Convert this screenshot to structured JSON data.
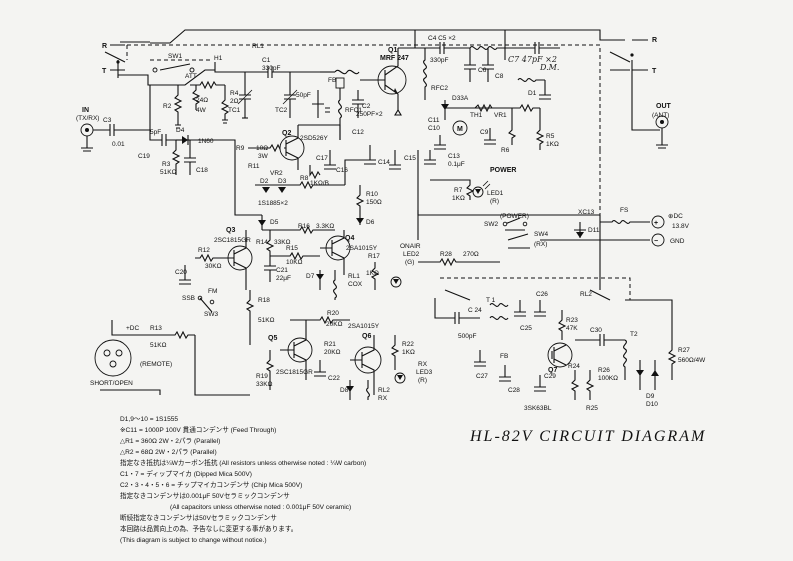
{
  "title": "HL-82V CIRCUIT DIAGRAM",
  "components": {
    "relay_main": "RL1",
    "sw1": "SW1",
    "att": "ATT",
    "h1": "H1",
    "c1": "C1",
    "c1_val": "330pF",
    "q1": "Q1",
    "q1_type": "MRF 247",
    "c4c5": "C4 C5 ×2",
    "c5_val": "330pF",
    "c7_hand": "C7 47pF ×2",
    "c7_hand2": "D.M.",
    "r2": "R2",
    "r2_val": "24Ω",
    "r2_w": "4W",
    "r4": "R4",
    "r4_val": "2Ω",
    "fb": "FB",
    "rfc1": "RFC1",
    "rfc2": "RFC2",
    "c2": "C2",
    "c2_val": "250PF×2",
    "c12": "C12",
    "q2": "Q2",
    "q2_type": "2SD526Y",
    "r9": "R9",
    "r9_val": "10Ω",
    "r9_w": "3W",
    "r8": "R8",
    "vr2": "VR2",
    "vr2_val": "1KΩ/B",
    "d2": "D2",
    "d3": "D3",
    "d2d3": "1S1885×2",
    "r10": "R10",
    "r10_val": "150Ω",
    "d33a": "D33A",
    "th1": "TH1",
    "vr1": "VR1",
    "m1": "M",
    "c9": "C9",
    "c13": "C13",
    "c13_val": "0.1μF",
    "power": "POWER",
    "r7": "R7",
    "r7_val": "1KΩ",
    "led1": "LED1",
    "led1_color": "(R)",
    "in_label": "IN",
    "in_sub": "(TX/RX)",
    "c3": "C3",
    "c3_val": "0.01",
    "c19": "C19",
    "c19_val": "5pF",
    "d4": "D4",
    "d4_type": "1N60",
    "r3": "R3",
    "r3_val": "51KΩ",
    "c18": "C18",
    "d5": "D5",
    "d6": "D6",
    "r16": "R16",
    "r16_val": "3.3KΩ",
    "q3": "Q3",
    "q3_type": "2SC1815GR",
    "r12": "R12",
    "r12_val": "30KΩ",
    "r14": "R14",
    "r14_val": "33KΩ",
    "r15": "R15",
    "r15_val": "10KΩ",
    "c21": "C21",
    "c21_val": "22μF",
    "q4": "Q4",
    "q4_type": "2SA1015Y",
    "d7": "D7",
    "rl1": "RL1",
    "cox": "COX",
    "r17": "R17",
    "r17_val": "1KΩ",
    "sw2": "SW2",
    "power_sw": "(POWER)",
    "onair": "ONAIR",
    "led2": "LED2",
    "led2_color": "(G)",
    "r28": "R28",
    "r28_val": "270Ω",
    "sw4": "SW4",
    "sw4_rx": "(RX)",
    "c20": "C20",
    "ssb": "SSB",
    "fm": "FM",
    "sw3": "SW3",
    "r18": "R18",
    "r18_val": "51KΩ",
    "r13": "R13",
    "r13_val": "51KΩ",
    "plus_dc": "+DC",
    "remote": "(REMOTE)",
    "short_open": "SHORT/OPEN",
    "r20": "R20",
    "r20_val": "20KΩ",
    "q5": "Q5",
    "q5_type": "2SC1815GR",
    "r19": "R19",
    "r19_val": "33KΩ",
    "r21": "R21",
    "r21_val": "20KΩ",
    "c22": "C22",
    "q6": "Q6",
    "q6_type": "2SA1015Y",
    "r22": "R22",
    "r22_val": "1KΩ",
    "rx_led": "RX",
    "led3": "LED3",
    "led3_color": "(R)",
    "rl2": "RL2",
    "rl2_rx": "RX",
    "d8": "D8",
    "xc13": "XC13",
    "fs": "FS",
    "dc_in": "13.8V",
    "dc_plus": "⊕DC",
    "d11": "D11",
    "gnd": "GND",
    "rl2b": "RL2",
    "t1": "T 1",
    "c24": "C 24",
    "c24_val": "500pF",
    "c25": "C25",
    "c26": "C26",
    "r23": "R23",
    "r23_val": "47K",
    "c30": "C30",
    "t2": "T2",
    "q7": "Q7",
    "q7_type": "3SK63BL",
    "c27": "C27",
    "c28": "C28",
    "c29": "C29",
    "r24": "R24",
    "r25": "R25",
    "r26": "R26",
    "r26_val": "100KΩ",
    "r27": "R27",
    "r27_val": "560Ω/4W",
    "d9": "D9",
    "d10": "D10",
    "out_label": "OUT",
    "out_sub": "(ANT)",
    "r_left": "R",
    "t_left": "T",
    "r_right": "R",
    "t_right": "T",
    "r5": "R5",
    "r5_val": "1KΩ",
    "r6": "R6",
    "c10": "C10",
    "c11": "C11",
    "c14": "C14",
    "c15": "C15",
    "c16": "C16",
    "c17": "C17",
    "r11": "R11",
    "tc1": "TC1",
    "tc2": "TC2",
    "tc2_val": "50pF",
    "c8": "C8",
    "c6": "C6",
    "d1": "D1"
  },
  "notes": [
    "D1,9～10 = 1S1555",
    "※C11 = 1000P  100V 貫通コンデンサ (Feed Through)",
    "△R1 = 360Ω 2W・2パラ (Parallel)",
    "△R2 = 68Ω 2W・2パラ (Parallel)",
    "指定なき抵抗は¼Wカーボン抵抗 (All resistors unless otherwise noted : ¼W carbon)",
    "C1・7 = ディップマイカ (Dipped Mica 500V)",
    "C2・3・4・5・6 = チップマイカコンデンサ (Chip Mica 500V)",
    "指定なきコンデンサは0.001μF 50Vセラミックコンデンサ",
    "(All capacitors unless otherwise noted : 0.001μF 50V ceramic)",
    "断続指定なきコンデンサは50Vセラミックコンデンサ",
    "本回路は品質向上の為、予告なしに変更する事があります。",
    "(This diagram is subject to change without notice.)"
  ]
}
